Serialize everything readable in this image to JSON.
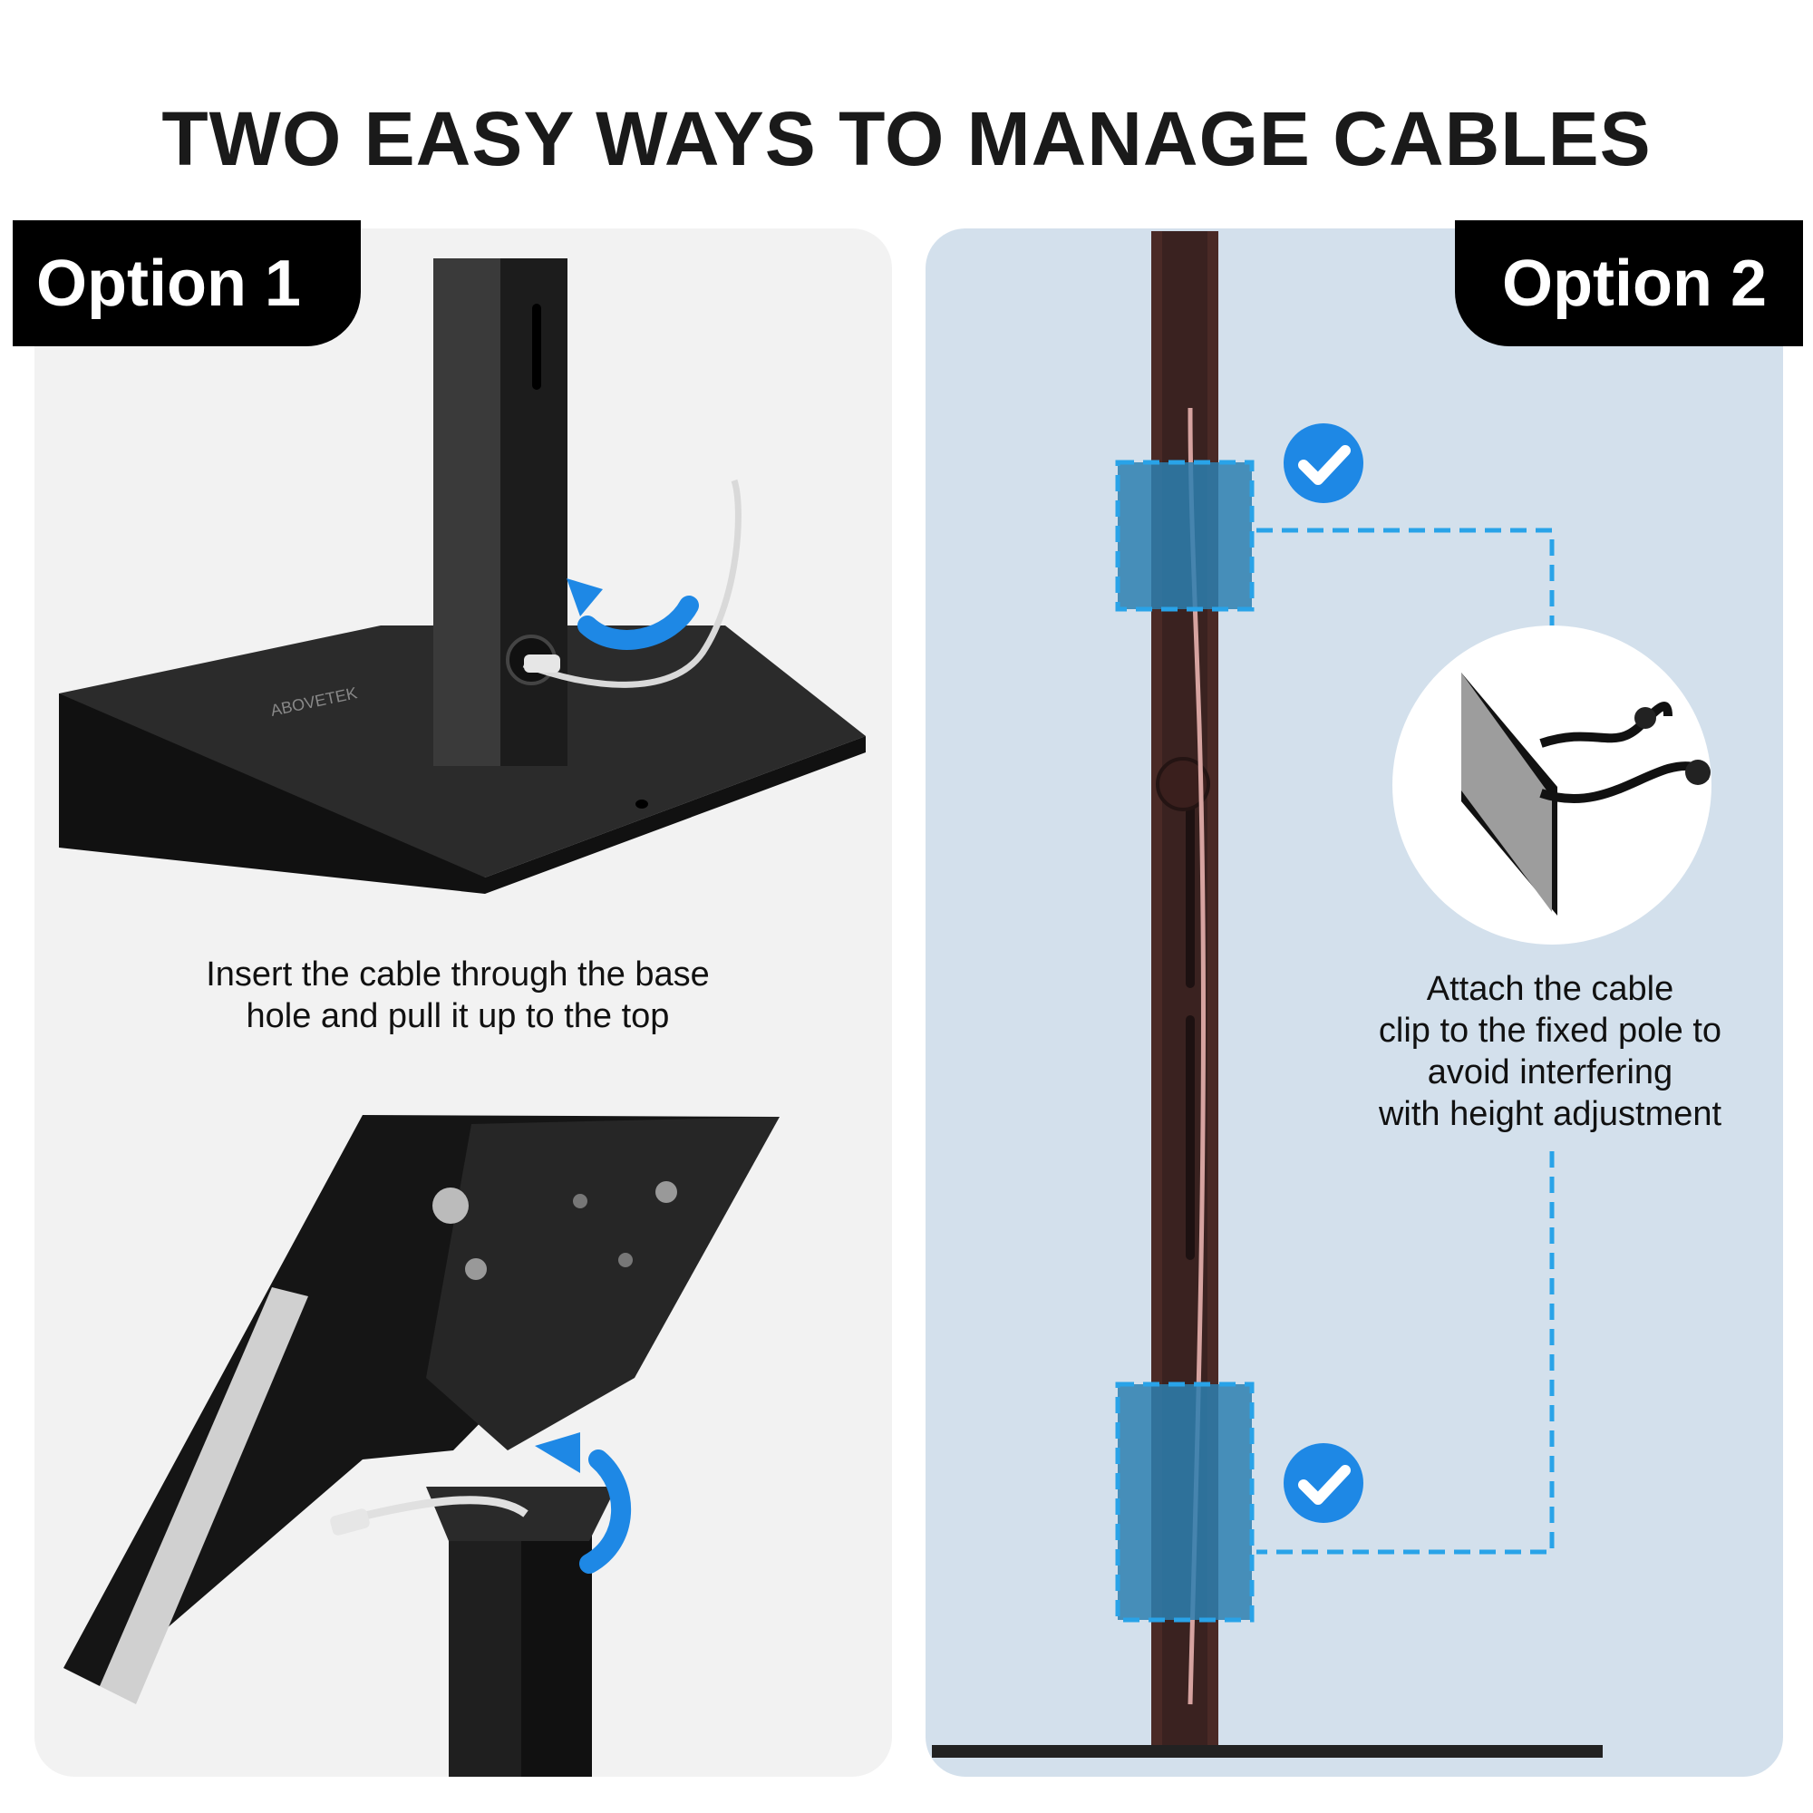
{
  "header": {
    "title": "TWO EASY WAYS TO MANAGE CABLES"
  },
  "options": [
    {
      "badge": "Option 1",
      "caption_line1": "Insert the cable through the base",
      "caption_line2": "hole and pull it up to the top"
    },
    {
      "badge": "Option 2",
      "caption_line1": "Attach the cable",
      "caption_line2": "clip to the fixed pole to",
      "caption_line3": "avoid interfering",
      "caption_line4": "with height adjustment"
    }
  ],
  "product": {
    "brand_mark": "ABOVETEK"
  },
  "colors": {
    "accent_blue": "#1e88e5",
    "highlight_dash": "#29a3e8",
    "left_panel_bg": "#f2f2f2",
    "right_panel_bg": "#d3e0ec",
    "badge_bg": "#000000"
  }
}
